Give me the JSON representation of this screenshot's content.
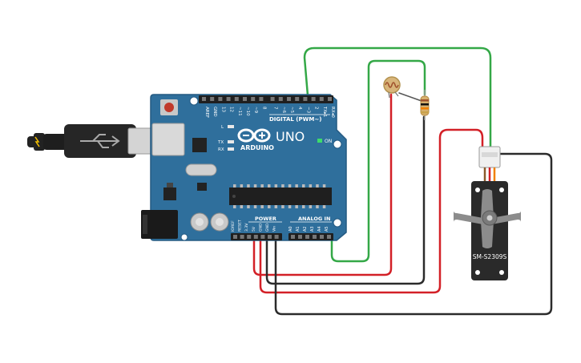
{
  "board": {
    "logo_text": "ARDUINO",
    "model": "UNO",
    "digital_header": "DIGITAL (PWM~)",
    "power_header": "POWER",
    "analog_header": "ANALOG IN",
    "on_label": "ON",
    "l_label": "L",
    "tx_label": "TX",
    "rx_label": "RX",
    "digital_pins": [
      "AREF",
      "GND",
      "13",
      "12",
      "~11",
      "~10",
      "~9",
      "8",
      "7",
      "~6",
      "~5",
      "4",
      "~3",
      "2",
      "TX▸1",
      "RX◂0"
    ],
    "power_pins": [
      "IOREF",
      "RESET",
      "3.3V",
      "5V",
      "GND",
      "GND",
      "Vin"
    ],
    "analog_pins": [
      "A0",
      "A1",
      "A2",
      "A3",
      "A4",
      "A5"
    ]
  },
  "servo": {
    "model": "SM-S2309S"
  },
  "colors": {
    "board": "#2f6f9c",
    "wire_red": "#d32027",
    "wire_black": "#2b2b2b",
    "wire_green": "#34a847",
    "servo_body": "#2a2a2a",
    "servo_horn": "#8c8c8c"
  }
}
